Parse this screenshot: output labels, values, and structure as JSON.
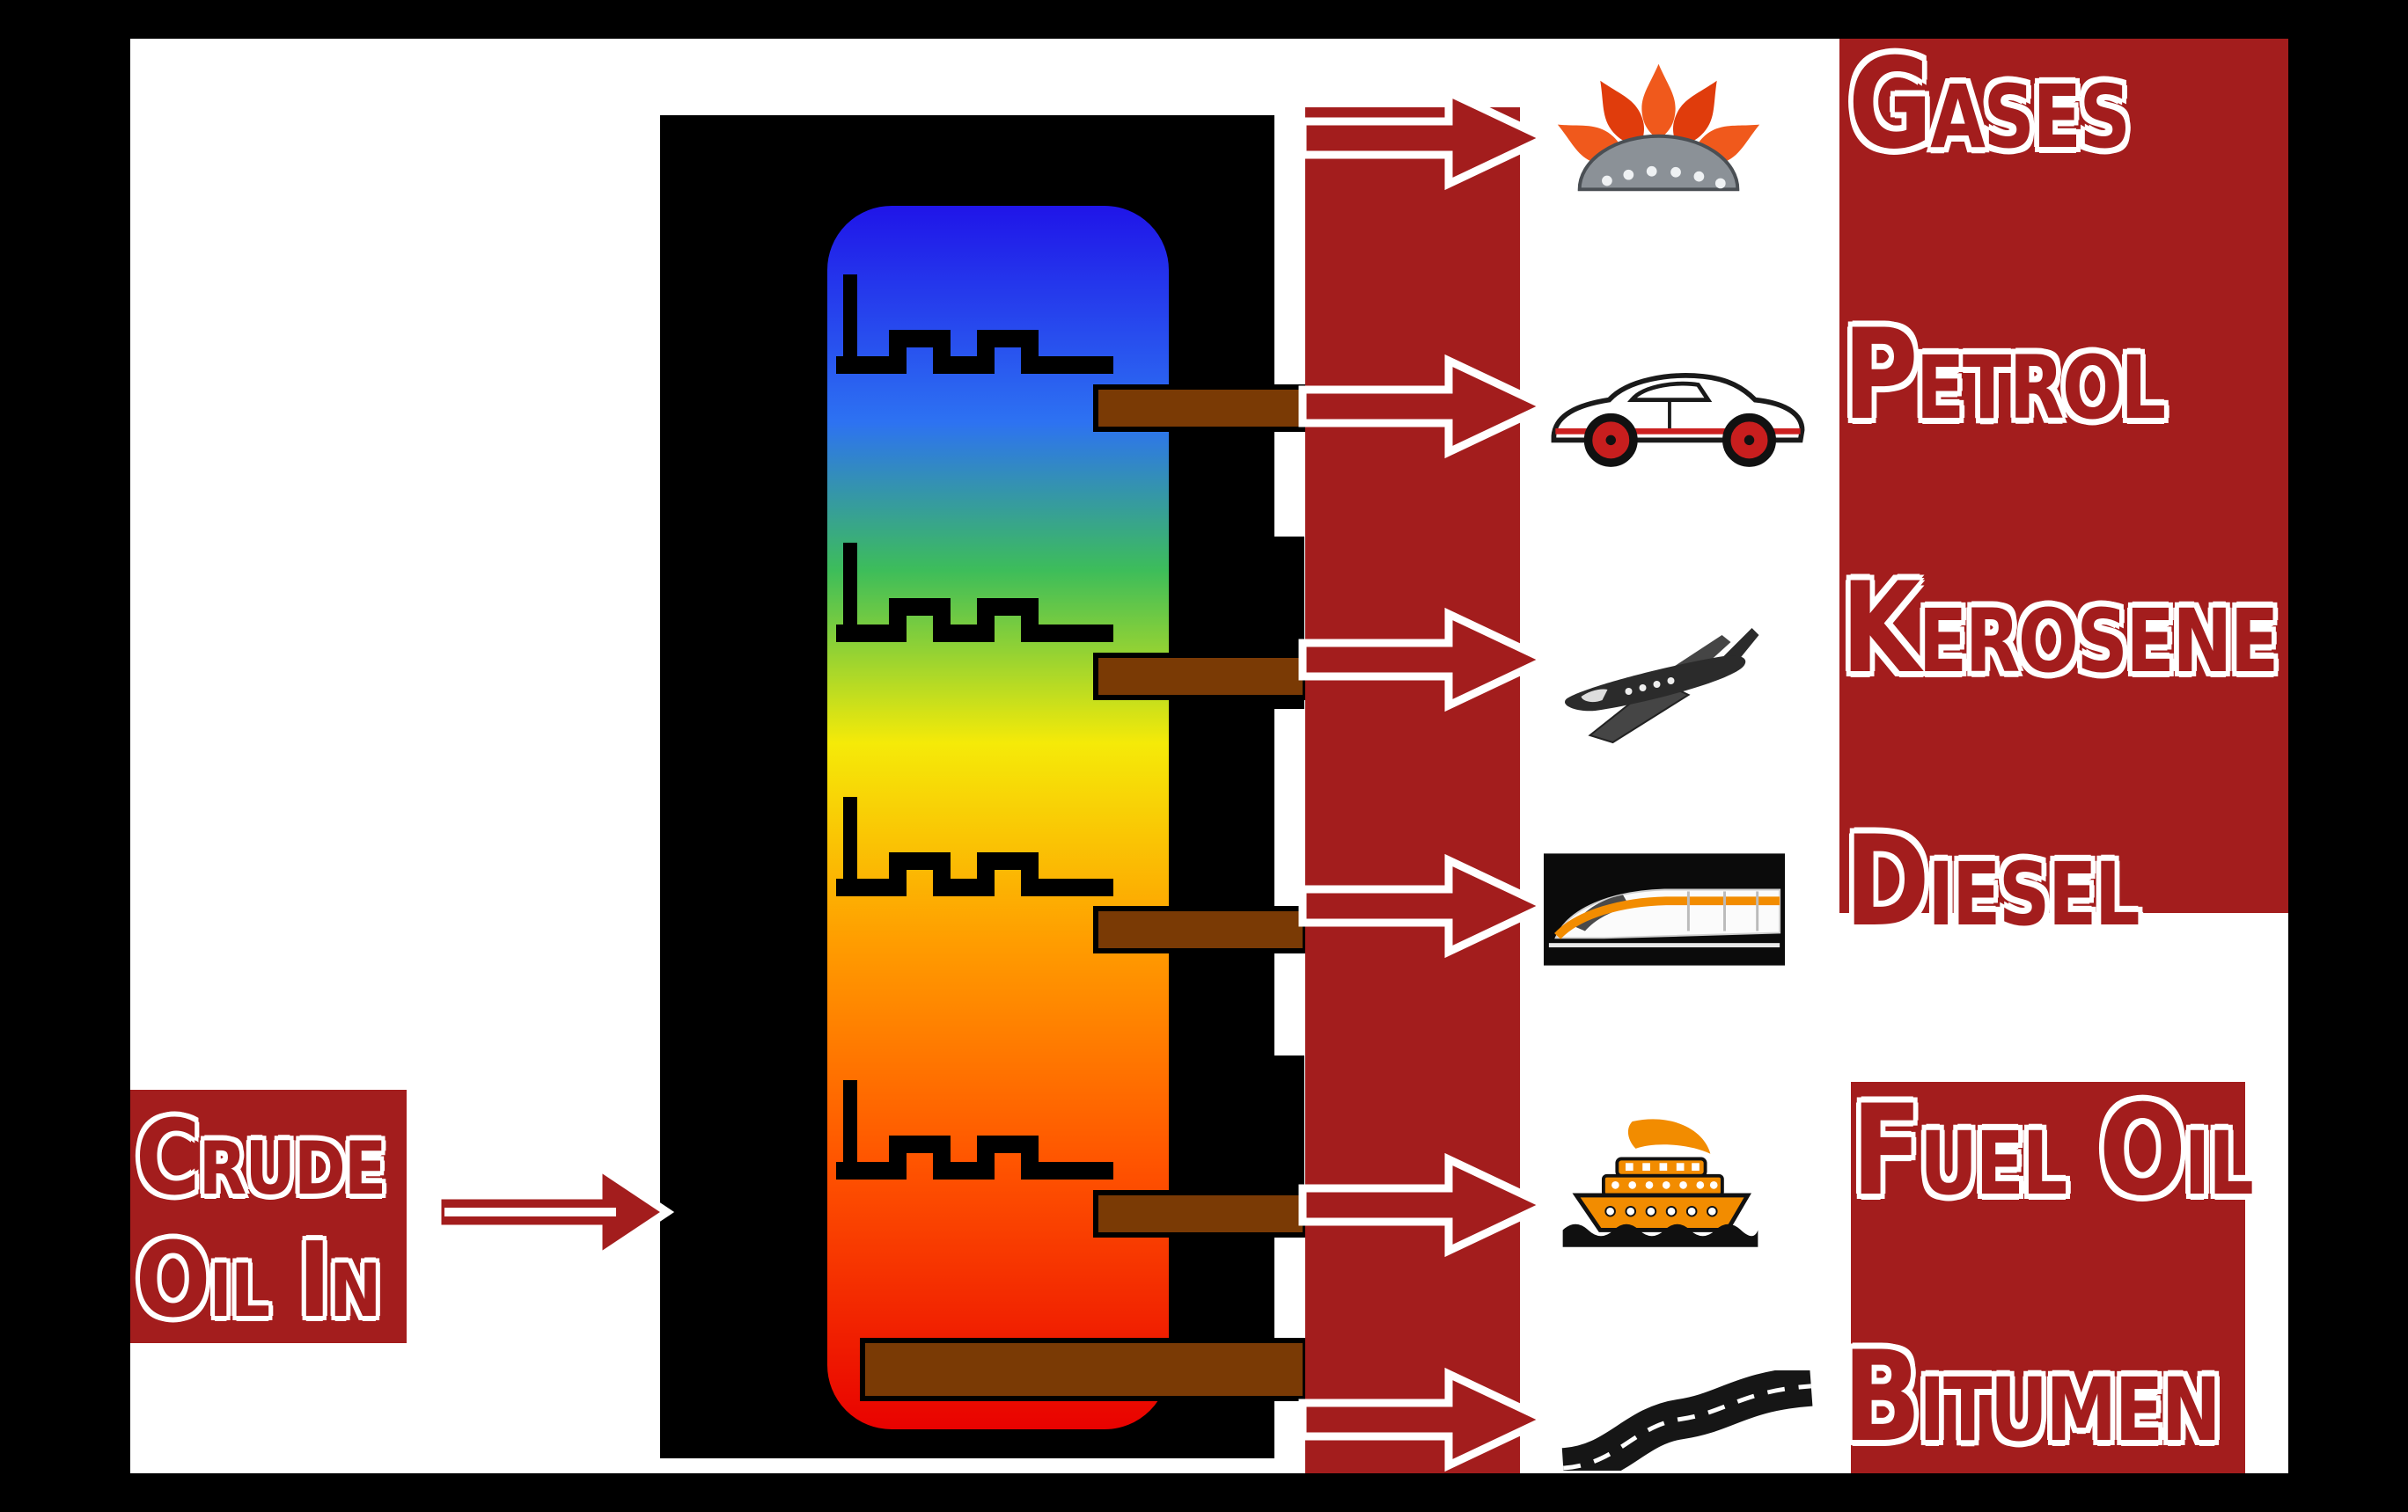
{
  "input": {
    "line1": "Crude",
    "line2": "Oil In"
  },
  "products": [
    {
      "label": "Gases",
      "icon": "flames-icon"
    },
    {
      "label": "Petrol",
      "icon": "sports-car-icon"
    },
    {
      "label": "Kerosene",
      "icon": "airplane-icon"
    },
    {
      "label": "Diesel",
      "icon": "bullet-train-icon"
    },
    {
      "label": "Fuel Oil",
      "icon": "ship-icon"
    },
    {
      "label": "Bitumen",
      "icon": "road-icon"
    }
  ],
  "colors": {
    "accent_red": "#A31D1D",
    "pipe_brown": "#7A3A05",
    "flame_orange": "#F0591C",
    "vehicle_orange": "#F28C00",
    "tower_gradient_top_to_bottom": [
      "#1F12E8",
      "#2D72F2",
      "#3DBD5A",
      "#F5EA08",
      "#FF9D00",
      "#FF5400",
      "#E80000"
    ]
  }
}
